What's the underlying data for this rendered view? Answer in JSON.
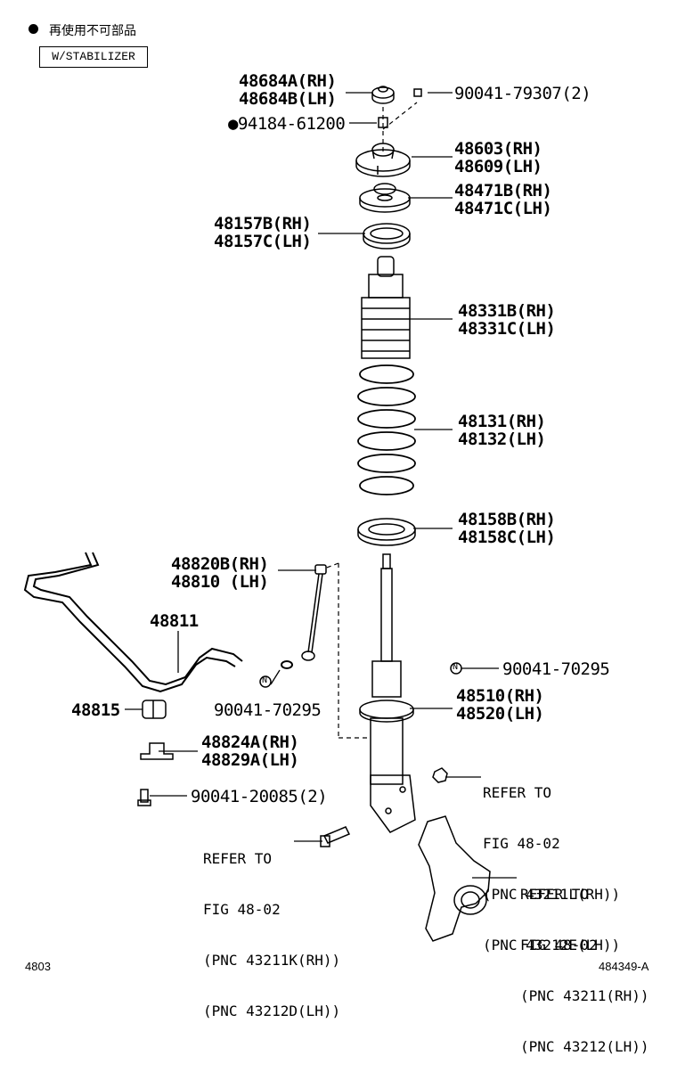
{
  "legend": {
    "note": "再使用不可部品",
    "condition": "W/STABILIZER"
  },
  "callouts": {
    "c48684": {
      "line1": "48684A(RH)",
      "line2": "48684B(LH)"
    },
    "c9004179307": "90041-79307(2)",
    "c9418461200": "●94184-61200",
    "c48603": {
      "line1": "48603(RH)",
      "line2": "48609(LH)"
    },
    "c48471": {
      "line1": "48471B(RH)",
      "line2": "48471C(LH)"
    },
    "c48157": {
      "line1": "48157B(RH)",
      "line2": "48157C(LH)"
    },
    "c48331": {
      "line1": "48331B(RH)",
      "line2": "48331C(LH)"
    },
    "c48131": {
      "line1": "48131(RH)",
      "line2": "48132(LH)"
    },
    "c48158": {
      "line1": "48158B(RH)",
      "line2": "48158C(LH)"
    },
    "c48820": {
      "line1": "48820B(RH)",
      "line2": "48810 (LH)"
    },
    "c48811": "48811",
    "c48815": "48815",
    "c9004170295a": "90041-70295",
    "c9004170295b": "90041-70295",
    "c48510": {
      "line1": "48510(RH)",
      "line2": "48520(LH)"
    },
    "c48824": {
      "line1": "48824A(RH)",
      "line2": "48829A(LH)"
    },
    "c9004120085": "90041-20085(2)"
  },
  "refs": {
    "ref_bolt": [
      "REFER TO",
      "FIG 48-02",
      "(PNC 43211K(RH))",
      "(PNC 43212D(LH))"
    ],
    "ref_nut": [
      "REFER TO",
      "FIG 48-02",
      "(PNC 43211L(RH))",
      "(PNC 43212E(LH))"
    ],
    "ref_knuckle": [
      "REFER TO",
      "FIG 48-02",
      "(PNC 43211(RH))",
      "(PNC 43212(LH))"
    ]
  },
  "footer": {
    "left": "4803",
    "right": "484349-A"
  },
  "icons": {
    "n_mark": "N"
  }
}
